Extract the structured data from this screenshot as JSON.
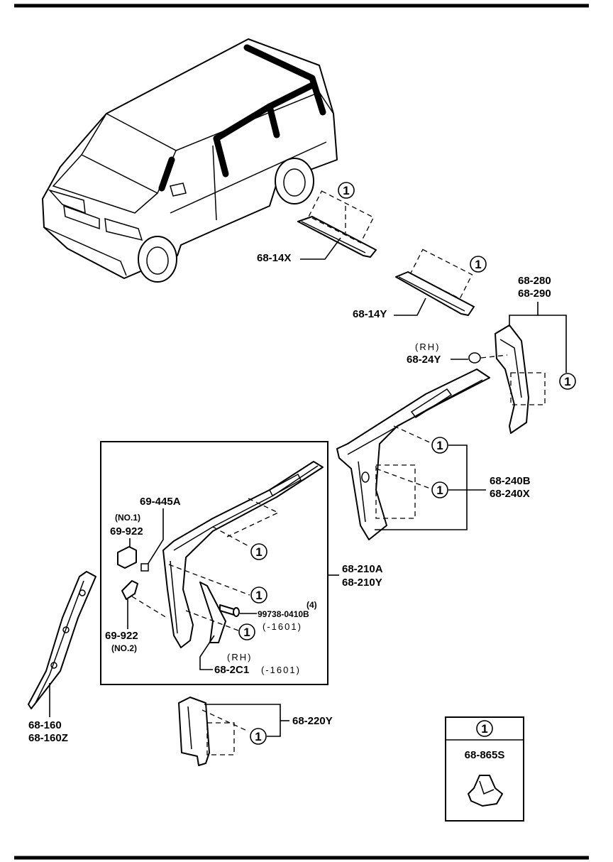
{
  "labels": {
    "p14x": "68-14X",
    "p14y": "68-14Y",
    "p280": "68-280",
    "p290": "68-290",
    "rh_24y": "(RH)",
    "p24y": "68-24Y",
    "p240b": "68-240B",
    "p240x": "68-240X",
    "p445a": "69-445A",
    "no1": "(NO.1)",
    "p922a": "69-922",
    "p922b": "69-922",
    "no2": "(NO.2)",
    "p210a": "68-210A",
    "p210y": "68-210Y",
    "qty4": "(4)",
    "bolt": "99738-0410B",
    "bolt_range": "(-1601)",
    "rh_2c1": "(RH)",
    "p2c1": "68-2C1",
    "p2c1_range": "(-1601)",
    "p160": "68-160",
    "p160z": "68-160Z",
    "p220y": "68-220Y",
    "legend_part": "68-865S"
  },
  "callout": "1"
}
